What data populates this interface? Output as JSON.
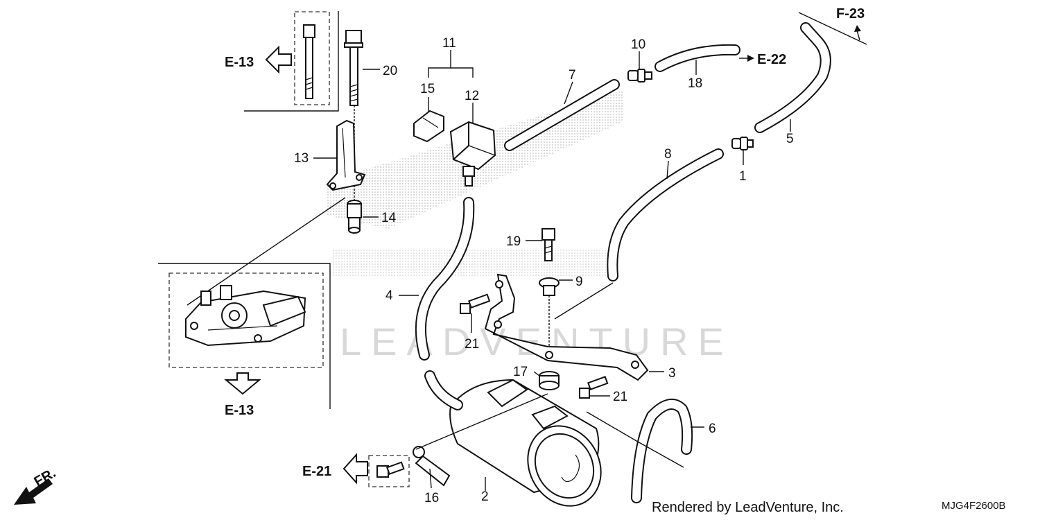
{
  "callouts": {
    "p1": "1",
    "p2": "2",
    "p3": "3",
    "p4": "4",
    "p5": "5",
    "p6": "6",
    "p7": "7",
    "p8": "8",
    "p9": "9",
    "p10": "10",
    "p11": "11",
    "p12": "12",
    "p13": "13",
    "p14": "14",
    "p15": "15",
    "p16": "16",
    "p17": "17",
    "p18": "18",
    "p19": "19",
    "p20": "20",
    "p21a": "21",
    "p21b": "21"
  },
  "references": {
    "e13_top": "E-13",
    "e13_bottom": "E-13",
    "e21": "E-21",
    "e22": "E-22",
    "f23": "F-23",
    "front": "FR."
  },
  "watermark": "LEADVENTURE",
  "footer": {
    "credit": "Rendered by LeadVenture, Inc.",
    "diagram_code": "MJG4F2600B"
  }
}
